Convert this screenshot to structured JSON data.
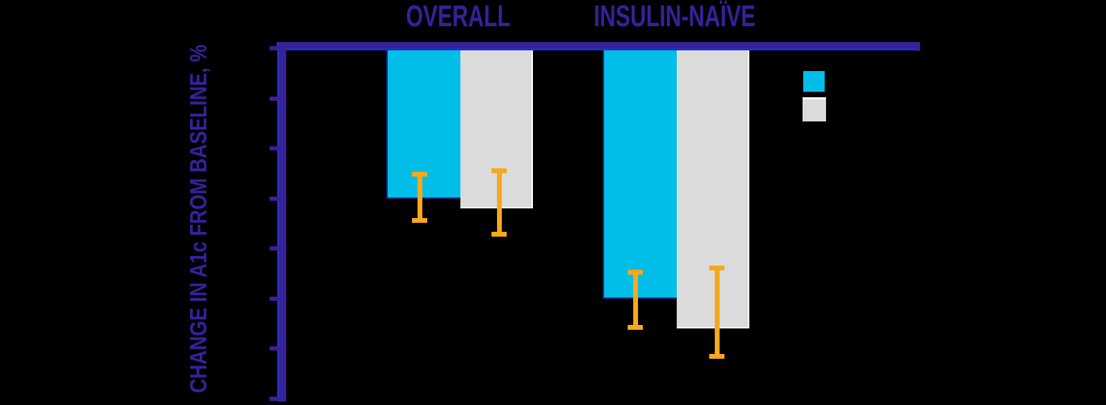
{
  "background_color": "#000000",
  "header": {
    "group_labels": [
      {
        "text": "OVERALL"
      },
      {
        "text": "INSULIN-NAÏVE"
      }
    ]
  },
  "y_axis": {
    "label": "CHANGE IN A1c FROM BASELINE, %",
    "max": 0,
    "min": -3.5,
    "tick_step": 0.5,
    "tick_count": 8,
    "tick_labels_visible": false
  },
  "legend": {
    "entries": [
      {
        "label": "",
        "color": "#00BEE8",
        "border": "none"
      },
      {
        "label": "",
        "color": "#DBDBDB",
        "border": "white-top"
      }
    ],
    "position": "right"
  },
  "chart_data": {
    "type": "bar",
    "orientation": "vertical-downward",
    "title": "",
    "xlabel": "",
    "ylabel": "CHANGE IN A1c FROM BASELINE, %",
    "ylim": [
      -3.5,
      0
    ],
    "grid": false,
    "legend_position": "right",
    "categories": [
      "OVERALL",
      "INSULIN-NAÏVE"
    ],
    "series": [
      {
        "name": "",
        "color": "#00BEE8",
        "values": [
          -1.5,
          -2.5
        ],
        "error_ranges": [
          [
            -1.23,
            -1.74
          ],
          [
            -2.21,
            -2.81
          ]
        ]
      },
      {
        "name": "",
        "color": "#DBDBDB",
        "values": [
          -1.6,
          -2.8
        ],
        "error_ranges": [
          [
            -1.2,
            -1.88
          ],
          [
            -2.17,
            -3.1
          ]
        ]
      }
    ],
    "error_bar_color": "#F9A71B"
  },
  "colors": {
    "axis_purple": "#38209B",
    "axis_blue_accent": "#2531C0",
    "bar_cyan": "#00BEE8",
    "bar_gray": "#DBDBDB",
    "bar_gray_stroke": "#FFFFFF",
    "error_orange": "#F9A71B",
    "background": "#000000"
  }
}
